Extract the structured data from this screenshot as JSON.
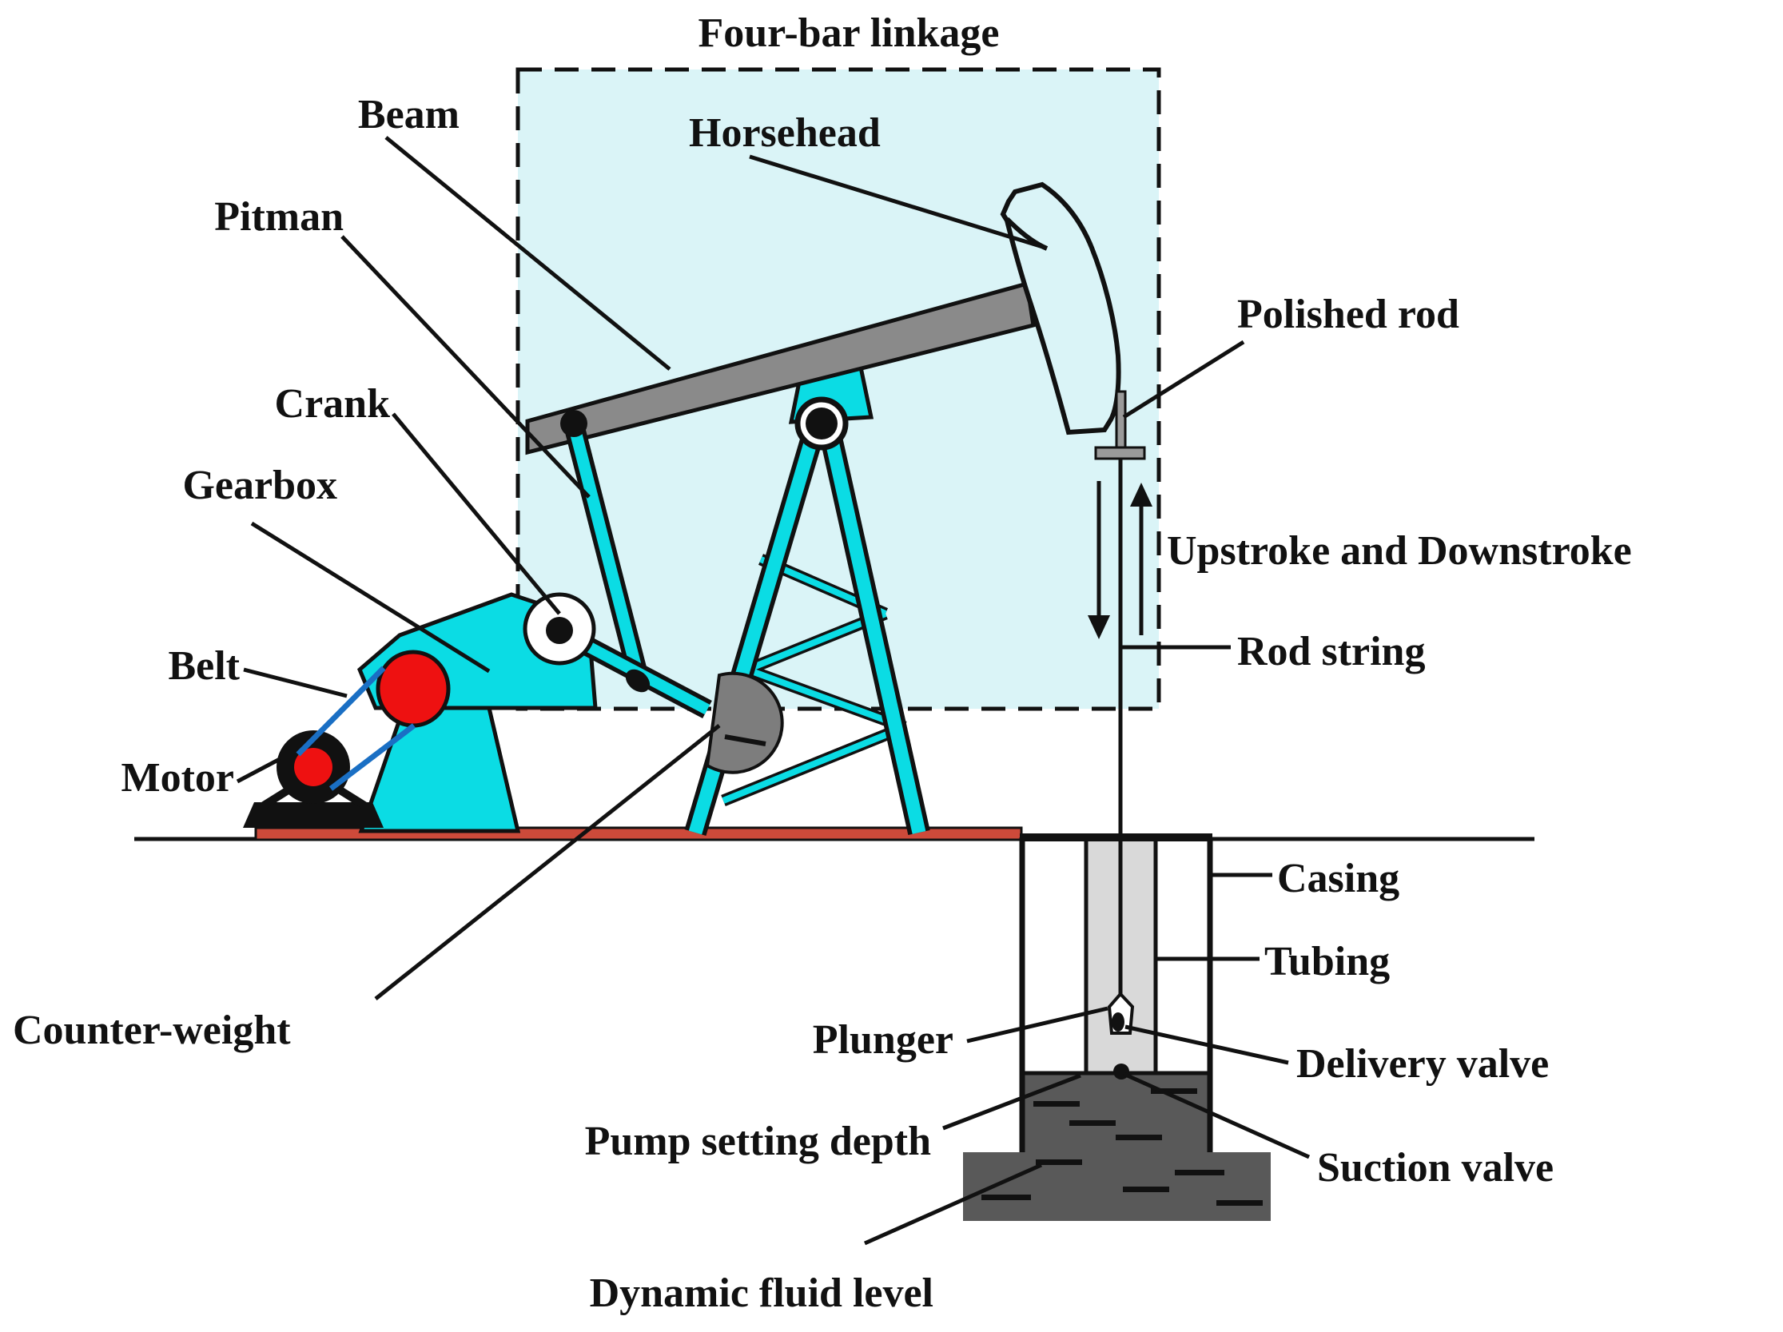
{
  "diagram": {
    "title": "Four-bar linkage",
    "labels": {
      "beam": "Beam",
      "pitman": "Pitman",
      "crank": "Crank",
      "gearbox": "Gearbox",
      "belt": "Belt",
      "motor": "Motor",
      "counterweight": "Counter-weight",
      "horsehead": "Horsehead",
      "polished_rod": "Polished rod",
      "upstroke_downstroke": "Upstroke and Downstroke",
      "rod_string": "Rod string",
      "casing": "Casing",
      "tubing": "Tubing",
      "plunger": "Plunger",
      "delivery_valve": "Delivery valve",
      "suction_valve": "Suction valve",
      "pump_setting_depth": "Pump setting depth",
      "dynamic_fluid_level": "Dynamic fluid level"
    },
    "colors": {
      "machine_cyan": "#0bdce4",
      "linkage_panel_fill": "#daf4f7",
      "beam_gray": "#8a8a8a",
      "counterweight_gray": "#7d7d7d",
      "tubing_gray": "#d9d9d9",
      "fluid_dark_gray": "#595959",
      "pulley_red": "#ee1111",
      "platform_red": "#cd4a3a",
      "belt_blue": "#1a6fc4",
      "outline_black": "#111111"
    }
  }
}
